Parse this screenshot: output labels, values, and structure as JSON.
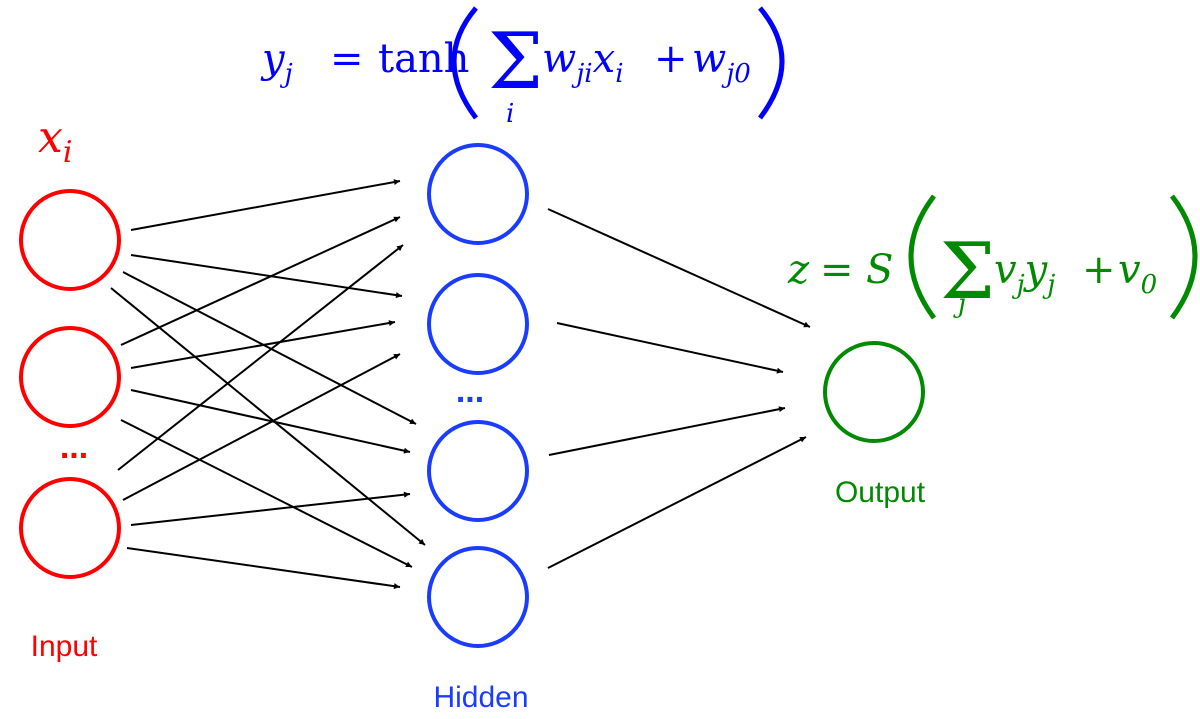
{
  "colors": {
    "input": "#ff0000",
    "hidden": "#1a3cff",
    "hidden_formula": "#0000ff",
    "output": "#008a00",
    "edge": "#000000"
  },
  "layers": {
    "input": {
      "label": "Input",
      "symbol": {
        "base": "x",
        "sub": "i"
      },
      "node_count_shown": 3,
      "ellipsis": "..."
    },
    "hidden": {
      "label": "Hidden",
      "node_count_shown": 4,
      "ellipsis": "..."
    },
    "output": {
      "label": "Output",
      "node_count_shown": 1
    }
  },
  "formulas": {
    "hidden": {
      "lhs_base": "y",
      "lhs_sub": "j",
      "equals": "=",
      "func": "tanh",
      "sum_index": "i",
      "term1": {
        "w": "w",
        "w_sub": "ji",
        "x": "x",
        "x_sub": "i"
      },
      "plus": "+",
      "bias": {
        "base": "w",
        "sub": "j0"
      },
      "text": "y_j = tanh( Σ_i w_ji x_i + w_j0 )"
    },
    "output": {
      "lhs": "z",
      "equals": "=",
      "func": "S",
      "sum_index": "j",
      "term1": {
        "v": "v",
        "v_sub": "j",
        "y": "y",
        "y_sub": "j"
      },
      "plus": "+",
      "bias": {
        "base": "v",
        "sub": "0"
      },
      "text": "z = S( Σ_j v_j y_j + v_0 )"
    }
  },
  "edges": {
    "input_to_hidden": "fully-connected",
    "hidden_to_output": "fully-connected"
  }
}
